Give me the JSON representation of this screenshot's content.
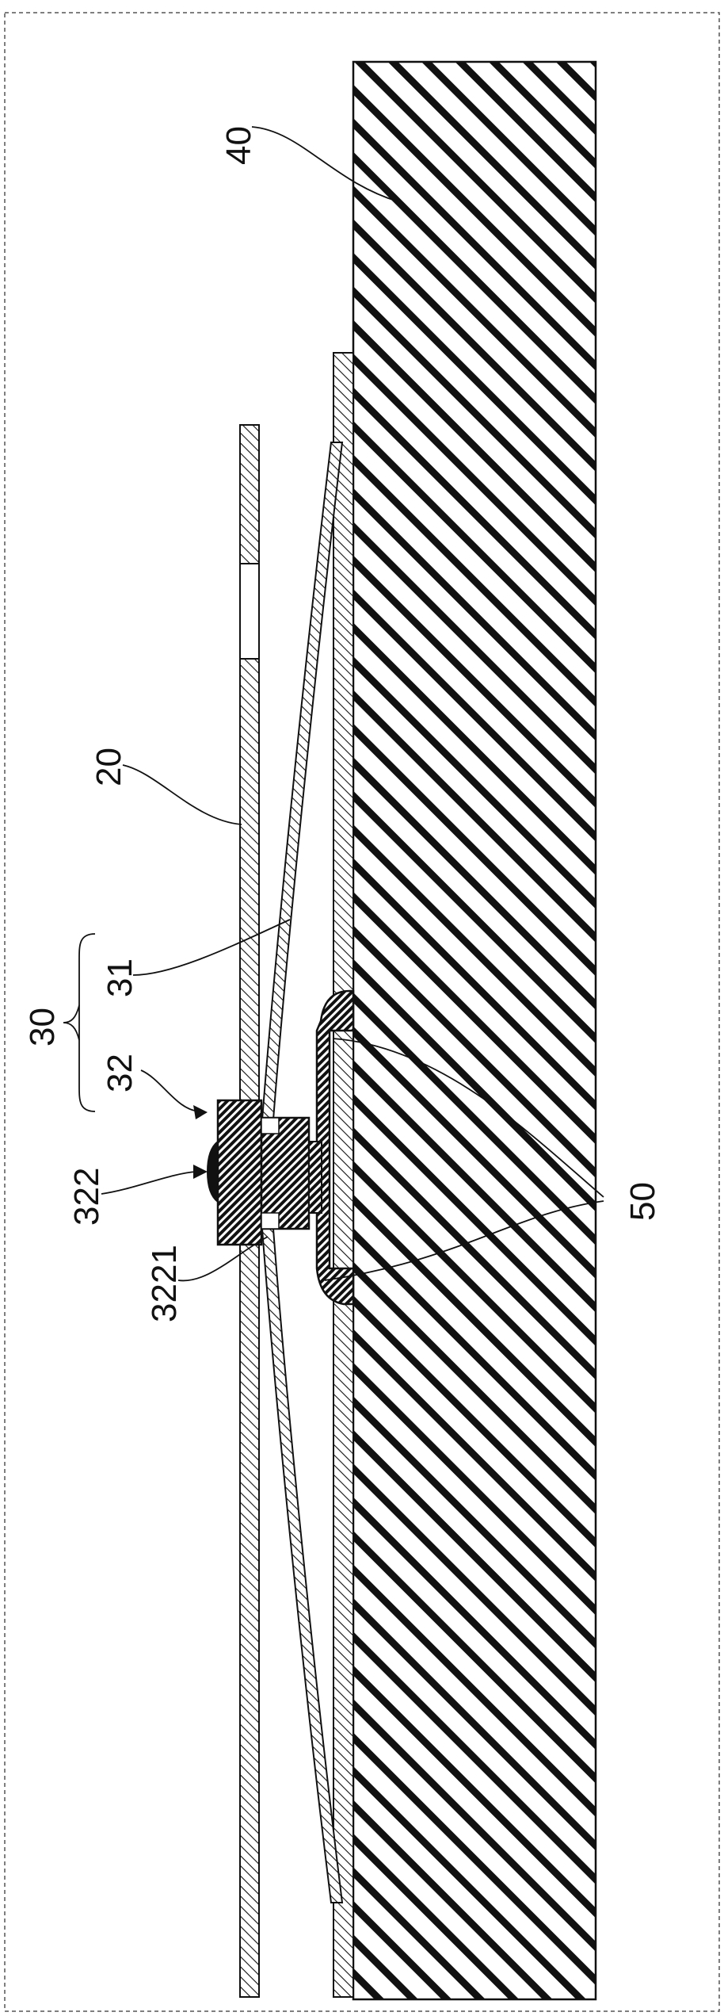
{
  "labels": {
    "part_20": "20",
    "part_30": "30",
    "part_31": "31",
    "part_32": "32",
    "part_322": "322",
    "part_3221": "3221",
    "part_40": "40",
    "part_50": "50"
  },
  "colors": {
    "line": "#111111",
    "frame": "#555555",
    "background": "#ffffff"
  }
}
